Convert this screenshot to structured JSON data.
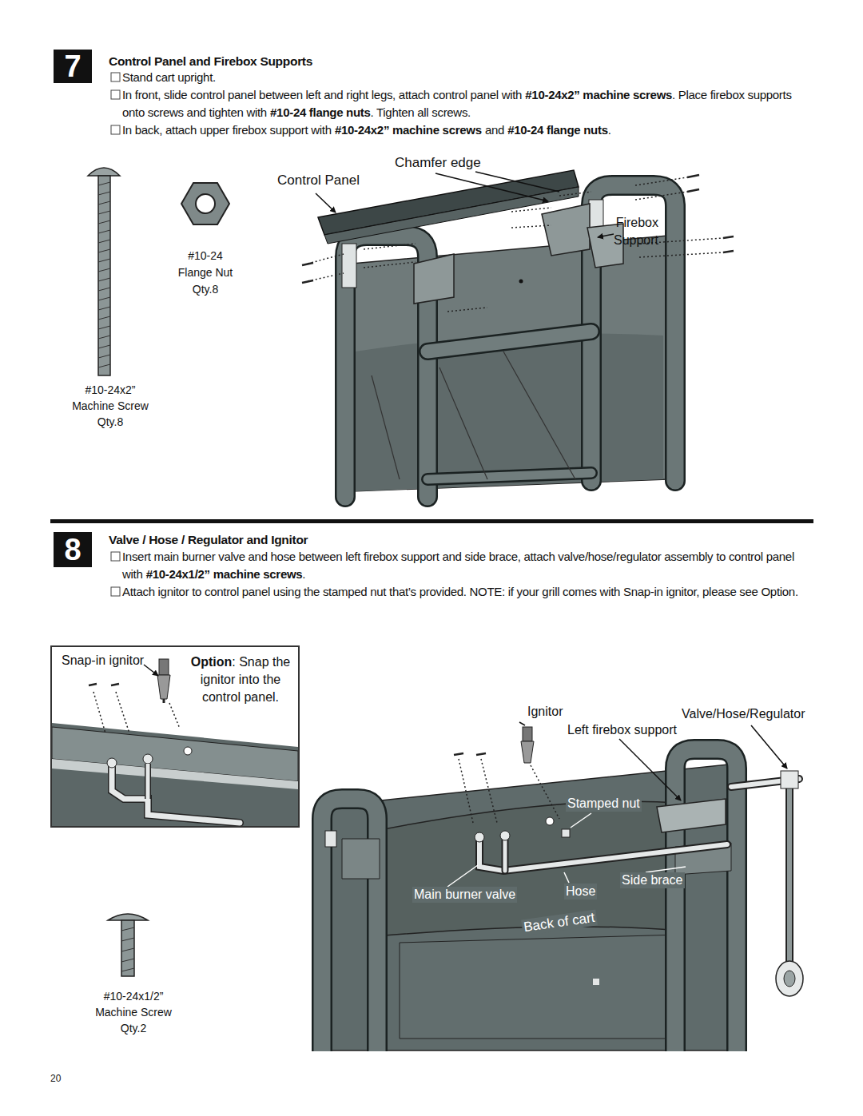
{
  "diagram": {
    "nodes": [
      {
        "text": [
          "7"
        ]
      },
      {
        "text": [
          "8"
        ]
      },
      {
        "text": [
          "Snap-in ignitor",
          "Option",
          ": Snap the ignitor into the control panel."
        ]
      }
    ],
    "labels": [
      "Control Panel and Firebox Supports",
      "Stand cart upright.",
      "In front, slide control panel between left and right legs, attach control panel with",
      "#10-24x2” machine screws",
      ". Place firebox supports onto screws and tighten with",
      "#10-24 flange nuts",
      ". Tighten all screws.",
      "In back, attach upper firebox support with",
      "#10-24x2” machine screws",
      "and",
      "#10-24 flange nuts",
      ".",
      "Chamfer edge",
      "Control Panel",
      "Firebox Support",
      "#10-24",
      "Flange Nut",
      "Qty.8",
      "#10-24x2”",
      "Machine Screw",
      "Qty.8",
      "Valve / Hose / Regulator and Ignitor",
      "Insert main burner valve and hose between left firebox support and side brace, attach valve/hose/regulator assembly to control panel with",
      "#10-24x1/2” machine screws",
      ".",
      "Attach ignitor to control panel using the stamped nut that’s provided. NOTE: if your grill comes with Snap-in ignitor, please see Option.",
      "Ignitor",
      "Valve/Hose/Regulator",
      "Left firebox support",
      "Stamped nut",
      "Side brace",
      "Main burner valve",
      "Hose",
      "Back of cart",
      "#10-24x1/2”",
      "Machine Screw",
      "Qty.2",
      "20"
    ]
  }
}
